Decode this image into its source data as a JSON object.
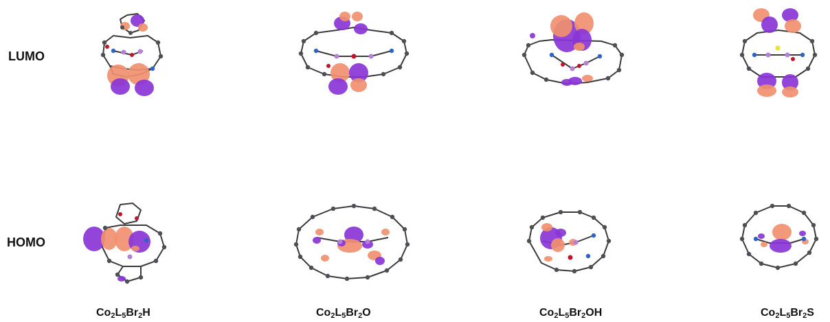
{
  "row_labels": {
    "lumo": "LUMO",
    "homo": "HOMO"
  },
  "colors": {
    "lobe_positive": "#f0906f",
    "lobe_negative": "#8a35d6",
    "bond": "#3a3a3a",
    "atom_c": "#4d4f55",
    "atom_n": "#2f63c8",
    "atom_o": "#c0142c",
    "atom_co": "#b77fd8",
    "atom_s": "#e8e23a"
  },
  "columns": [
    {
      "parts": [
        "Co",
        "2",
        "L",
        "5",
        "Br",
        "2",
        "H"
      ]
    },
    {
      "parts": [
        "Co",
        "2",
        "L",
        "5",
        "Br",
        "2",
        "O"
      ]
    },
    {
      "parts": [
        "Co",
        "2",
        "L",
        "5",
        "Br",
        "2",
        "OH"
      ]
    },
    {
      "parts": [
        "Co",
        "2",
        "L",
        "5",
        "Br",
        "2",
        "S"
      ]
    }
  ]
}
